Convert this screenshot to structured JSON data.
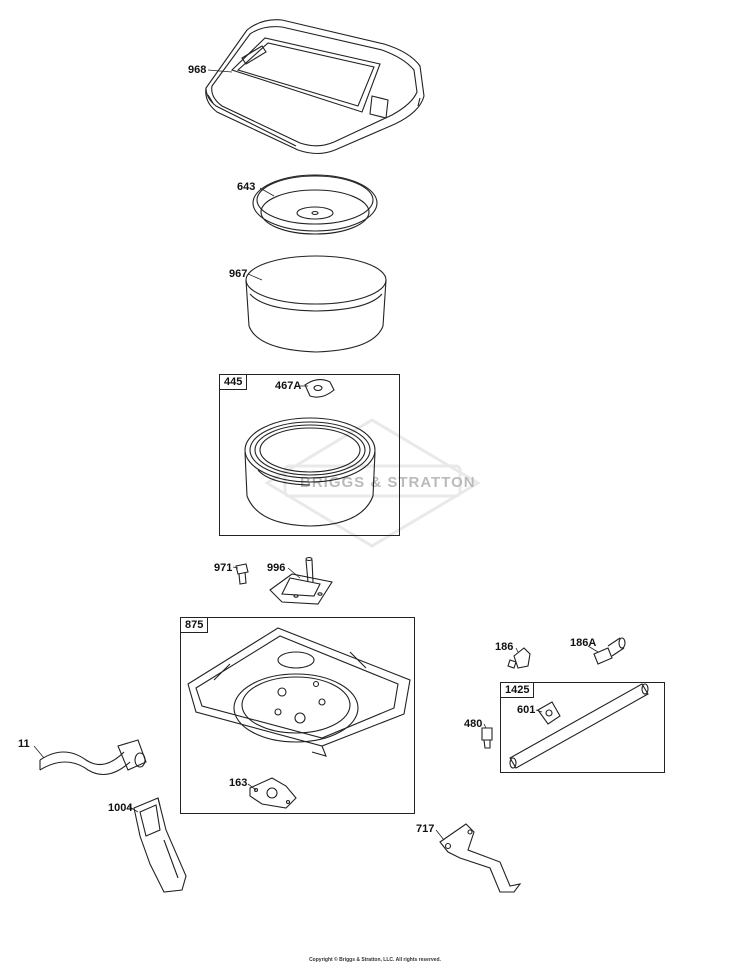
{
  "callouts": {
    "p968": "968",
    "p643": "643",
    "p967": "967",
    "p467a": "467A",
    "p971": "971",
    "p996": "996",
    "p186": "186",
    "p186a": "186A",
    "p480": "480",
    "p601": "601",
    "p11": "11",
    "p163": "163",
    "p1004": "1004",
    "p717": "717"
  },
  "kits": {
    "k445": "445",
    "k875": "875",
    "k1425": "1425"
  },
  "watermark": {
    "text": "BRIGGS & STRATTON"
  },
  "footer": {
    "copyright": "Copyright © Briggs & Stratton, LLC. All rights reserved."
  },
  "colors": {
    "line": "#222222",
    "watermark": "#bbbbbb"
  }
}
